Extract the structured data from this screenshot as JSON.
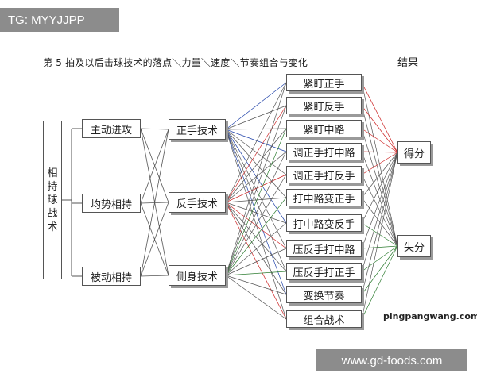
{
  "badge_top": "TG: MYYJJPP",
  "heading": "第 5 拍及以后击球技术的落点＼力量＼速度＼节奏组合与变化",
  "result_label": "结果",
  "root_box_chars": [
    "相",
    "持",
    "球",
    "战",
    "术"
  ],
  "situations": [
    "主动进攻",
    "均势相持",
    "被动相持"
  ],
  "techniques": [
    "正手技术",
    "反手技术",
    "侧身技术"
  ],
  "placements": [
    "紧盯正手",
    "紧盯反手",
    "紧盯中路",
    "调正手打中路",
    "调正手打反手",
    "打中路变正手",
    "打中路变反手",
    "压反手打中路",
    "压反手打正手",
    "变换节奏",
    "组合战术"
  ],
  "outcomes": [
    "得分",
    "失分"
  ],
  "watermark_site": "pingpangwang.com",
  "watermark_bottom": "www.gd-foods.com",
  "colors": {
    "red": "#cc2222",
    "blue": "#2244aa",
    "green": "#2e7d32",
    "line": "#555555",
    "badge_bg": "#8c8c8c"
  }
}
